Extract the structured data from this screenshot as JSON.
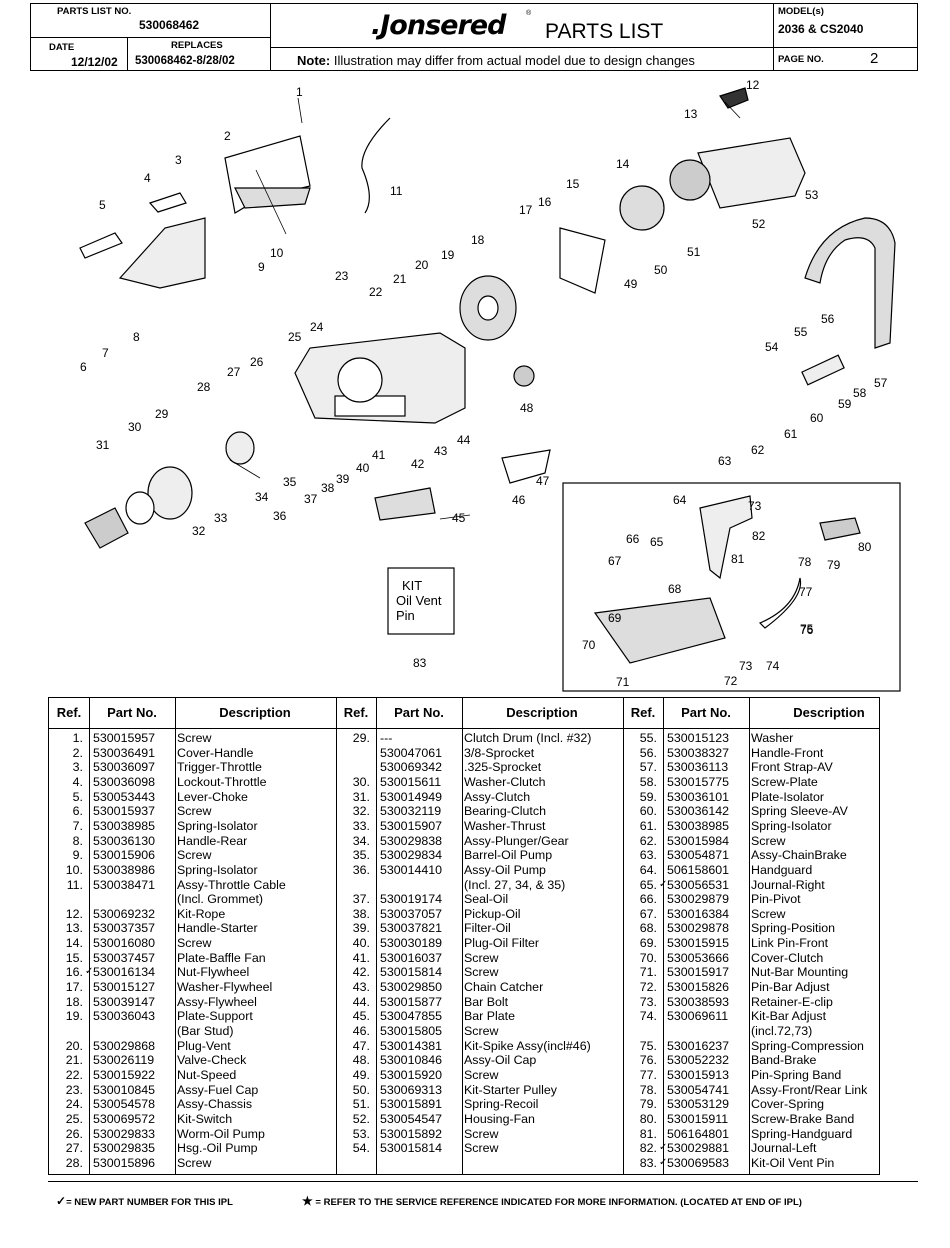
{
  "header": {
    "parts_list_no_label": "PARTS LIST NO.",
    "parts_list_no": "530068462",
    "date_label": "DATE",
    "date": "12/12/02",
    "replaces_label": "REPLACES",
    "replaces": "530068462-8/28/02",
    "brand": ".Jonsered",
    "brand_mark": "®",
    "title": "PARTS LIST",
    "note_bold": "Note:",
    "note_text": " Illustration may differ from actual model due to design changes",
    "models_label": "MODEL(s)",
    "models": "2036 & CS2040",
    "page_label": "PAGE NO.",
    "page": "2"
  },
  "diagram": {
    "kit_box": [
      "KIT",
      "Oil Vent",
      "Pin"
    ],
    "callouts": [
      "1",
      "2",
      "3",
      "4",
      "5",
      "6",
      "7",
      "8",
      "9",
      "10",
      "11",
      "12",
      "13",
      "14",
      "15",
      "16",
      "17",
      "18",
      "19",
      "20",
      "21",
      "22",
      "23",
      "24",
      "25",
      "26",
      "27",
      "28",
      "29",
      "30",
      "31",
      "32",
      "33",
      "34",
      "35",
      "36",
      "37",
      "38",
      "39",
      "40",
      "41",
      "42",
      "43",
      "44",
      "45",
      "46",
      "47",
      "48",
      "49",
      "50",
      "51",
      "52",
      "53",
      "54",
      "55",
      "56",
      "57",
      "58",
      "59",
      "60",
      "61",
      "62",
      "63",
      "64",
      "65",
      "66",
      "67",
      "68",
      "69",
      "70",
      "71",
      "72",
      "73",
      "74",
      "75",
      "76",
      "77",
      "78",
      "79",
      "80",
      "81",
      "82",
      "83"
    ]
  },
  "table": {
    "headers": {
      "ref": "Ref.",
      "part": "Part No.",
      "desc": "Description"
    },
    "columns": [
      [
        [
          "1.",
          "530015957",
          "Screw"
        ],
        [
          "2.",
          "530036491",
          "Cover-Handle"
        ],
        [
          "3.",
          "530036097",
          "Trigger-Throttle"
        ],
        [
          "4.",
          "530036098",
          "Lockout-Throttle"
        ],
        [
          "5.",
          "530053443",
          "Lever-Choke"
        ],
        [
          "6.",
          "530015937",
          "Screw"
        ],
        [
          "7.",
          "530038985",
          "Spring-Isolator"
        ],
        [
          "8.",
          "530036130",
          "Handle-Rear"
        ],
        [
          "9.",
          "530015906",
          "Screw"
        ],
        [
          "10.",
          "530038986",
          "Spring-Isolator"
        ],
        [
          "11.",
          "530038471",
          "Assy-Throttle Cable"
        ],
        [
          "",
          "",
          "(Incl. Grommet)"
        ],
        [
          "12.",
          "530069232",
          "Kit-Rope"
        ],
        [
          "13.",
          "530037357",
          "Handle-Starter"
        ],
        [
          "14.",
          "530016080",
          "Screw"
        ],
        [
          "15.",
          "530037457",
          "Plate-Baffle Fan"
        ],
        [
          "16.",
          "530016134",
          "Nut-Flywheel"
        ],
        [
          "17.",
          "530015127",
          "Washer-Flywheel"
        ],
        [
          "18.",
          "530039147",
          "Assy-Flywheel"
        ],
        [
          "19.",
          "530036043",
          "Plate-Support"
        ],
        [
          "",
          "",
          " (Bar Stud)"
        ],
        [
          "20.",
          "530029868",
          "Plug-Vent"
        ],
        [
          "21.",
          "530026119",
          "Valve-Check"
        ],
        [
          "22.",
          "530015922",
          "Nut-Speed"
        ],
        [
          "23.",
          "530010845",
          "Assy-Fuel Cap"
        ],
        [
          "24.",
          "530054578",
          "Assy-Chassis"
        ],
        [
          "25.",
          "530069572",
          "Kit-Switch"
        ],
        [
          "26.",
          "530029833",
          "Worm-Oil Pump"
        ],
        [
          "27.",
          "530029835",
          "Hsg.-Oil Pump"
        ],
        [
          "28.",
          "530015896",
          "Screw"
        ]
      ],
      [
        [
          "29.",
          "  ---",
          "Clutch Drum (Incl. #32)"
        ],
        [
          "",
          "530047061",
          "  3/8-Sprocket"
        ],
        [
          "",
          "530069342",
          " .325-Sprocket"
        ],
        [
          "30.",
          "530015611",
          "Washer-Clutch"
        ],
        [
          "31.",
          "530014949",
          "Assy-Clutch"
        ],
        [
          "32.",
          "530032119",
          "Bearing-Clutch"
        ],
        [
          "33.",
          "530015907",
          "Washer-Thrust"
        ],
        [
          "34.",
          "530029838",
          "Assy-Plunger/Gear"
        ],
        [
          "35.",
          "530029834",
          "Barrel-Oil Pump"
        ],
        [
          "36.",
          "530014410",
          "Assy-Oil Pump"
        ],
        [
          "",
          "",
          " (Incl. 27, 34, & 35)"
        ],
        [
          "37.",
          "530019174",
          "Seal-Oil"
        ],
        [
          "38.",
          "530037057",
          "Pickup-Oil"
        ],
        [
          "39.",
          "530037821",
          "Filter-Oil"
        ],
        [
          "40.",
          "530030189",
          "Plug-Oil Filter"
        ],
        [
          "41.",
          "530016037",
          "Screw"
        ],
        [
          "42.",
          "530015814",
          "Screw"
        ],
        [
          "43.",
          "530029850",
          "Chain Catcher"
        ],
        [
          "44.",
          "530015877",
          "Bar Bolt"
        ],
        [
          "45.",
          "530047855",
          "Bar Plate"
        ],
        [
          "46.",
          "530015805",
          "Screw"
        ],
        [
          "47.",
          "530014381",
          "Kit-Spike Assy(incl#46)"
        ],
        [
          "48.",
          "530010846",
          "Assy-Oil Cap"
        ],
        [
          "49.",
          "530015920",
          "Screw"
        ],
        [
          "50.",
          "530069313",
          "Kit-Starter Pulley"
        ],
        [
          "51.",
          "530015891",
          "Spring-Recoil"
        ],
        [
          "52.",
          "530054547",
          "Housing-Fan"
        ],
        [
          "53.",
          "530015892",
          "Screw"
        ],
        [
          "54.",
          "530015814",
          "Screw"
        ]
      ],
      [
        [
          "55.",
          "530015123",
          "Washer"
        ],
        [
          "56.",
          "530038327",
          "Handle-Front"
        ],
        [
          "57.",
          "530036113",
          "Front Strap-AV"
        ],
        [
          "58.",
          "530015775",
          "Screw-Plate"
        ],
        [
          "59.",
          "530036101",
          "Plate-Isolator"
        ],
        [
          "60.",
          "530036142",
          "Spring Sleeve-AV"
        ],
        [
          "61.",
          "530038985",
          "Spring-Isolator"
        ],
        [
          "62.",
          "530015984",
          "Screw"
        ],
        [
          "63.",
          "530054871",
          "Assy-ChainBrake"
        ],
        [
          "64.",
          "506158601",
          "Handguard"
        ],
        [
          "65.",
          "530056531",
          "Journal-Right"
        ],
        [
          "66.",
          "530029879",
          "Pin-Pivot"
        ],
        [
          "67.",
          "530016384",
          "Screw"
        ],
        [
          "68.",
          "530029878",
          "Spring-Position"
        ],
        [
          "69.",
          "530015915",
          "Link Pin-Front"
        ],
        [
          "70.",
          "530053666",
          "Cover-Clutch"
        ],
        [
          "71.",
          "530015917",
          "Nut-Bar Mounting"
        ],
        [
          "72.",
          "530015826",
          "Pin-Bar Adjust"
        ],
        [
          "73.",
          "530038593",
          "Retainer-E-clip"
        ],
        [
          "74.",
          "530069611",
          "Kit-Bar Adjust"
        ],
        [
          "",
          "",
          "  (incl.72,73)"
        ],
        [
          "75.",
          "530016237",
          "Spring-Compression"
        ],
        [
          "76.",
          "530052232",
          "Band-Brake"
        ],
        [
          "77.",
          "530015913",
          "Pin-Spring Band"
        ],
        [
          "78.",
          "530054741",
          "Assy-Front/Rear Link"
        ],
        [
          "79.",
          "530053129",
          "Cover-Spring"
        ],
        [
          "80.",
          "530015911",
          "Screw-Brake Band"
        ],
        [
          "81.",
          "506164801",
          "Spring-Handguard"
        ],
        [
          "82.",
          "530029881",
          "Journal-Left"
        ],
        [
          "83.",
          "530069583",
          "Kit-Oil Vent Pin"
        ]
      ]
    ],
    "new_part_marks": [
      "16.",
      "65.",
      "82.",
      "83."
    ]
  },
  "footer": {
    "new_part": "= NEW PART NUMBER FOR THIS IPL",
    "service_ref": "= REFER TO THE SERVICE REFERENCE INDICATED FOR MORE INFORMATION. (LOCATED AT END OF IPL)"
  }
}
